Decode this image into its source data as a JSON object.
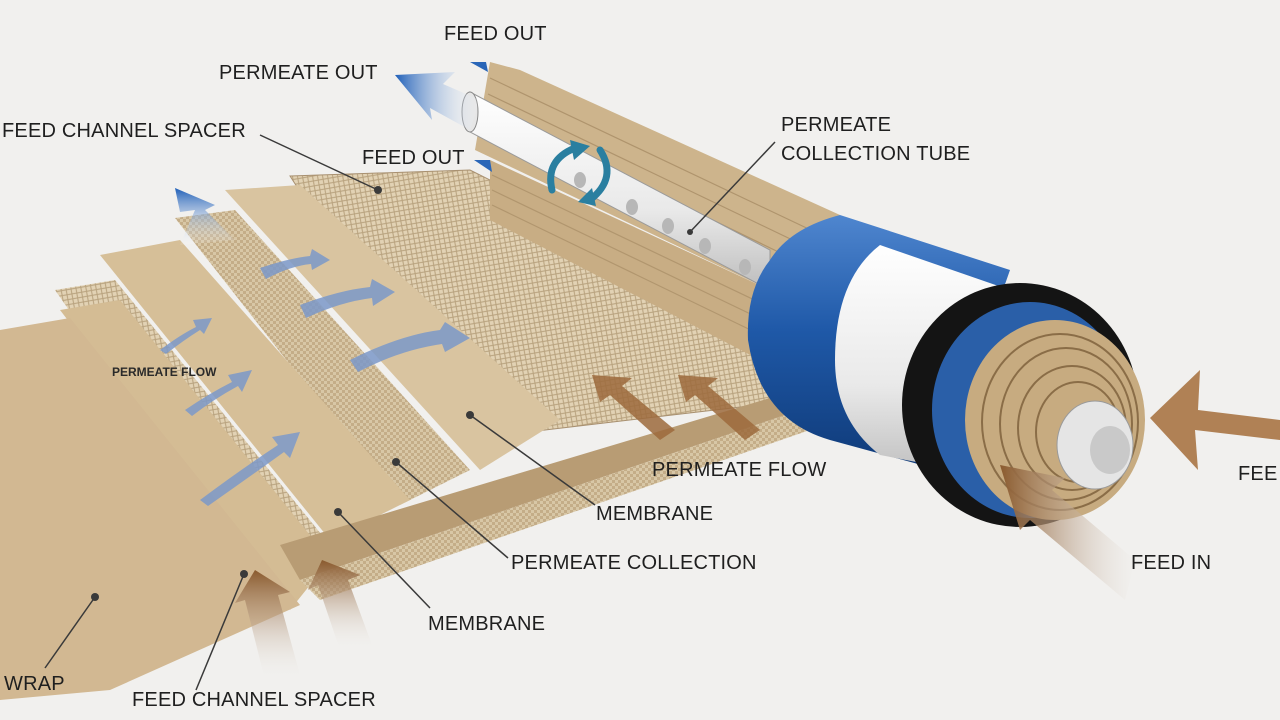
{
  "labels": {
    "feed_out_top": "FEED OUT",
    "permeate_out": "PERMEATE OUT",
    "feed_channel_spacer_top": "FEED CHANNEL SPACER",
    "feed_out_side": "FEED OUT",
    "permeate_collection_tube_line1": "PERMEATE",
    "permeate_collection_tube_line2": "COLLECTION TUBE",
    "permeate_flow_small": "PERMEATE FLOW",
    "permeate_flow": "PERMEATE FLOW",
    "feed_edge": "FEE",
    "membrane_upper": "MEMBRANE",
    "permeate_collection": "PERMEATE COLLECTION",
    "feed_in": "FEED IN",
    "membrane_lower": "MEMBRANE",
    "wrap": "WRAP",
    "feed_channel_spacer_bottom": "FEED CHANNEL SPACER"
  },
  "colors": {
    "background": "#f1f0ee",
    "sheet_tan": "#d2b892",
    "sheet_light": "#e3d2b3",
    "mesh": "#cfbf9f",
    "membrane_blue": "#1f59a8",
    "core_white": "#f4f4f4",
    "end_cap_black": "#141414",
    "feed_arrow": "#9c6a3c",
    "permeate_arrow": "#2a66b8"
  },
  "icons": {
    "permeate_out_arrow": "arrow-left-blue",
    "feed_in_arrow": "arrow-left-brown",
    "rotation": "rotate-arrows"
  }
}
